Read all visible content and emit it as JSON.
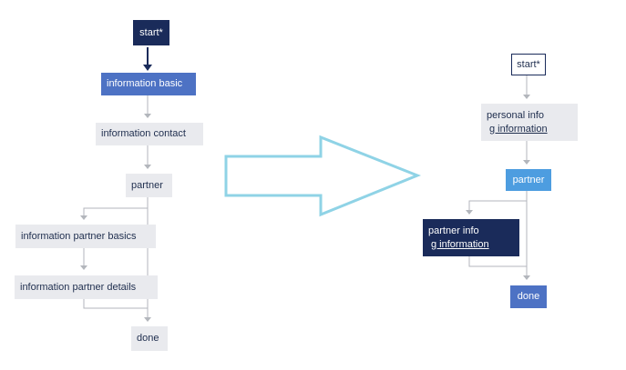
{
  "left_flow": {
    "start": "start*",
    "information_basic": "information basic",
    "information_contact": "information contact",
    "partner": "partner",
    "information_partner_basics": "information partner basics",
    "information_partner_details": "information partner details",
    "done": "done"
  },
  "right_flow": {
    "start": "start*",
    "personal_info": {
      "title": "personal info",
      "link": "g information"
    },
    "partner": "partner",
    "partner_info": {
      "title": "partner info",
      "link": "g information"
    },
    "done": "done"
  },
  "colors": {
    "connector": "#b3b6bc",
    "dark_connector": "#1a2b5a",
    "big_arrow_outline": "#8fd3e6",
    "node_light": "#e9eaee",
    "node_dark": "#1a2b5a",
    "node_blue": "#4d72c4",
    "node_sky": "#4d9de0"
  }
}
